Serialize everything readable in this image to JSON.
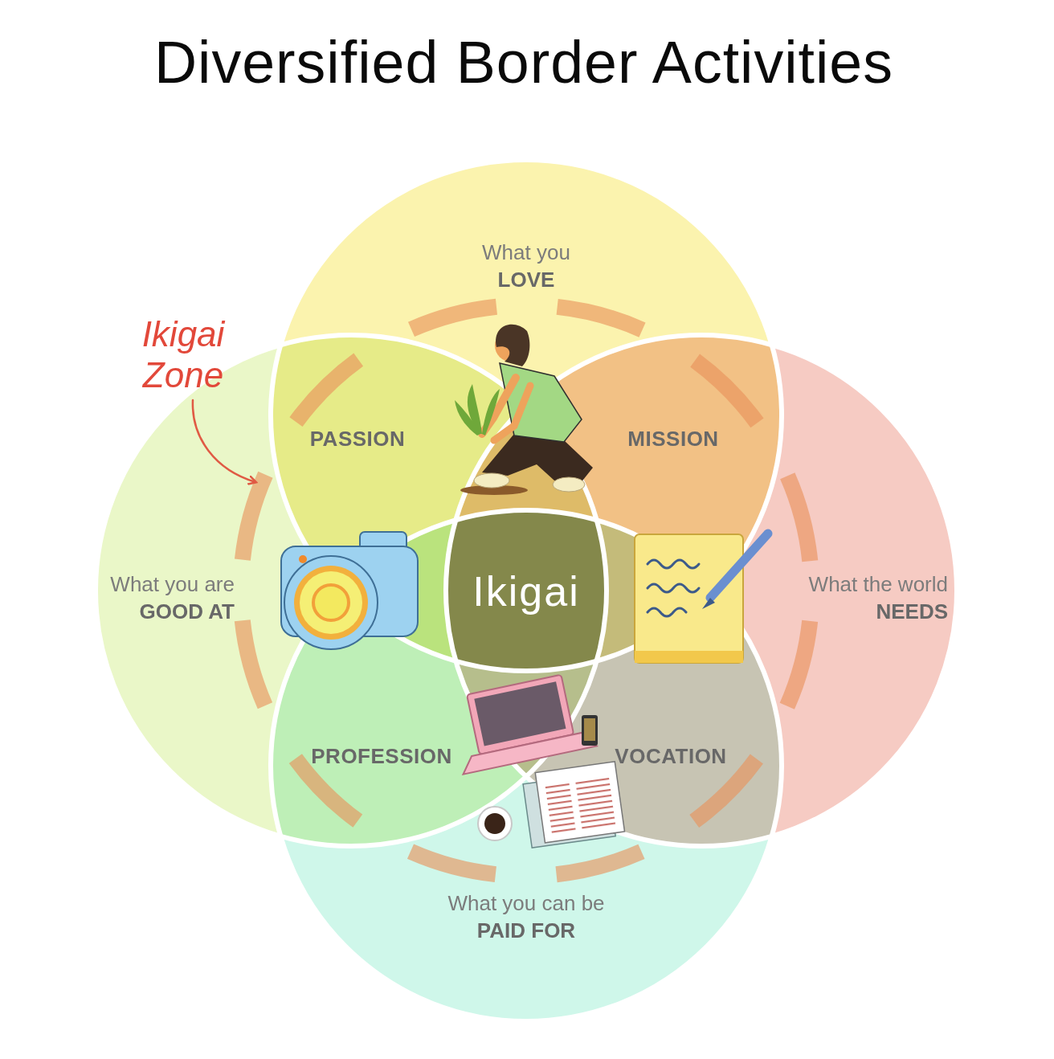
{
  "diagram": {
    "title": "Diversified Border Activities",
    "nodes": [
      {
        "text": [
          "What you LOVE"
        ]
      },
      {
        "text": [
          "PASSION"
        ]
      },
      {
        "text": [
          "MISSION"
        ]
      },
      {
        "text": [
          "What you are GOOD AT"
        ]
      },
      {
        "text": [
          "Ikigai"
        ]
      },
      {
        "text": [
          "What the world NEEDS"
        ]
      },
      {
        "text": [
          "PROFESSION"
        ]
      },
      {
        "text": [
          "VOCATION"
        ]
      },
      {
        "text": [
          "What you can be PAID FOR"
        ]
      }
    ],
    "labels": [
      "Ikigai Zone"
    ]
  }
}
